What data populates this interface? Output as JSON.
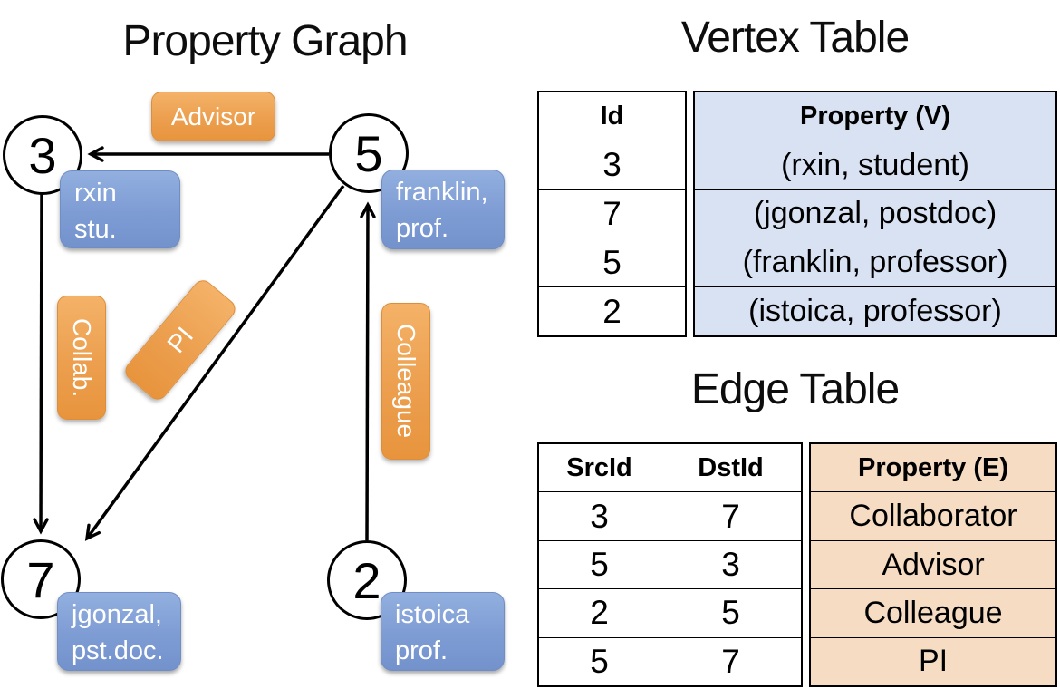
{
  "graph": {
    "title": "Property Graph",
    "nodes": {
      "n3": {
        "id": "3",
        "line1": "rxin",
        "line2": "stu."
      },
      "n5": {
        "id": "5",
        "line1": "franklin,",
        "line2": "prof."
      },
      "n7": {
        "id": "7",
        "line1": "jgonzal,",
        "line2": "pst.doc."
      },
      "n2": {
        "id": "2",
        "line1": "istoica",
        "line2": "prof."
      }
    },
    "edges": [
      {
        "src": "5",
        "dst": "3",
        "label": "Advisor"
      },
      {
        "src": "3",
        "dst": "7",
        "label": "Collab."
      },
      {
        "src": "5",
        "dst": "7",
        "label": "PI"
      },
      {
        "src": "2",
        "dst": "5",
        "label": "Colleague"
      }
    ]
  },
  "vertex_table": {
    "title": "Vertex Table",
    "columns": [
      "Id",
      "Property (V)"
    ],
    "rows": [
      {
        "id": "3",
        "property": "(rxin, student)"
      },
      {
        "id": "7",
        "property": "(jgonzal, postdoc)"
      },
      {
        "id": "5",
        "property": "(franklin, professor)"
      },
      {
        "id": "2",
        "property": "(istoica, professor)"
      }
    ]
  },
  "edge_table": {
    "title": "Edge Table",
    "columns": [
      "SrcId",
      "DstId",
      "Property (E)"
    ],
    "rows": [
      {
        "src": "3",
        "dst": "7",
        "property": "Collaborator"
      },
      {
        "src": "5",
        "dst": "3",
        "property": "Advisor"
      },
      {
        "src": "2",
        "dst": "5",
        "property": "Colleague"
      },
      {
        "src": "5",
        "dst": "7",
        "property": "PI"
      }
    ]
  },
  "colors": {
    "edge_label_box": "#EFA152",
    "vertex_property_box": "#84A3D8",
    "vertex_table_property_bg": "#D9E2F3",
    "edge_table_property_bg": "#F5DCC2",
    "line": "#000000"
  }
}
